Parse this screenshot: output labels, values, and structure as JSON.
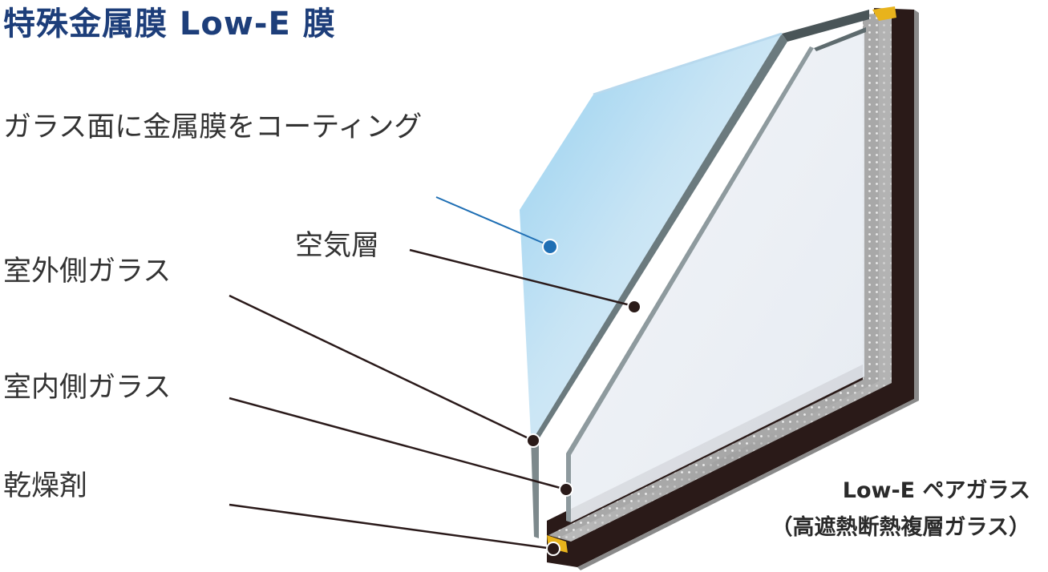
{
  "title": "特殊金属膜 Low-E 膜",
  "coating_caption": "ガラス面に金属膜をコーティング",
  "labels": {
    "air_layer": "空気層",
    "outer_glass": "室外側ガラス",
    "inner_glass": "室内側ガラス",
    "desiccant": "乾燥剤"
  },
  "product": {
    "name": "Low-E ペアガラス",
    "subtitle": "（高遮熱断熱複層ガラス）"
  },
  "colors": {
    "title": "#1d3e7a",
    "coating_marker": "#1f6fb4",
    "leader_line": "#2a1a1a",
    "frame_dark": "#2a1a18",
    "spacer_gray": "#a9a9a9",
    "desiccant_yellow": "#e8b31c"
  }
}
